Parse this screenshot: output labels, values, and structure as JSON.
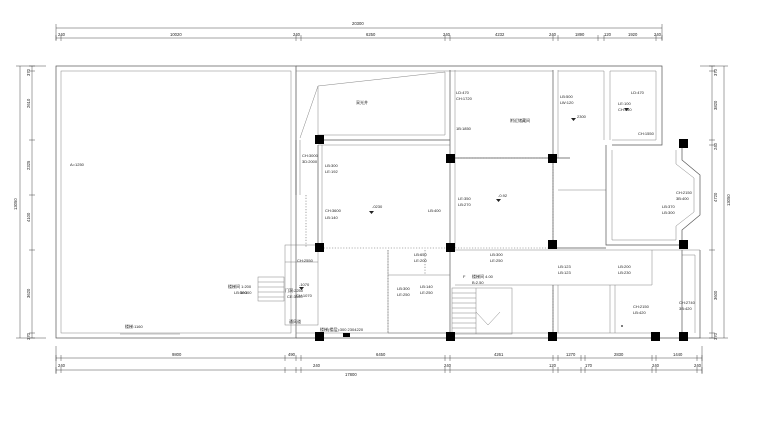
{
  "top_dims": {
    "overall": "20300",
    "segments": [
      "240",
      "10020",
      "240",
      "6250",
      "240",
      "4232",
      "240",
      "1890",
      "120",
      "1920",
      "240"
    ]
  },
  "bottom_dims": {
    "overall": "17800",
    "segments": [
      "240",
      "9800",
      "490",
      "240",
      "6450",
      "240",
      "4261",
      "120",
      "1270",
      "170",
      "2830",
      "240",
      "1440",
      "240"
    ]
  },
  "left_dims": {
    "overall": "13050",
    "segments": [
      "370",
      "2610",
      "2325",
      "4100",
      "3620",
      "370"
    ]
  },
  "right_dims": {
    "overall": "13050",
    "segments": [
      "370",
      "3820",
      "240",
      "4720",
      "3600",
      "370"
    ]
  },
  "room_labels": {
    "skylight": "采光井",
    "mid_top_1": "LD:470",
    "mid_top_2": "CH:1720",
    "mid_top_3": "1B:1850",
    "garage_label": "附近储藏间",
    "right_room_1": "LB:500",
    "right_room_2": "LW:120",
    "right_room_3": "2300",
    "far_right_1": "LD:470",
    "far_right_2": "LE:100",
    "far_right_3": "CH:550",
    "far_right_4": "CH:1550",
    "left_hall": "A=1250",
    "center_left_1": "CH:3000",
    "center_left_2": "3D:2000",
    "center_1": "LB:300",
    "center_2": "LE:192",
    "center_3": "CH:3600",
    "center_4": "LB:140",
    "center_5": "-0230",
    "center_6": "LB:400",
    "center_7": "LE:350",
    "center_8": "LB:270",
    "center_9": "-0.92",
    "bay_1": "CH:2150",
    "bay_2": "3B:400",
    "bay_3": "LB:370",
    "bay_4": "LB:300",
    "corr_1": "CH:2550",
    "corr_2": "LB:650",
    "corr_3": "LE:200",
    "corr_4": "LB:300",
    "corr_5": "LE:250",
    "corr_6": "LB:123",
    "corr_7": "LB:123",
    "corr_8": "LB:200",
    "corr_9": "LB:230",
    "stair_1": "楼梯间 1:200",
    "stair_2": "LB:300",
    "stair_3": "W:300",
    "stair_4": "-1070",
    "stair_5": "CH:1070",
    "lower_1": "门洞:2250",
    "lower_2": "CE:3100",
    "lower_3": "LB:300",
    "lower_4": "LE:250",
    "lower_5": "LB:140",
    "lower_6": "LE:250",
    "lower_7": "通风道",
    "lower_8": "楼梯间 4.00",
    "lower_9": "B:2.50",
    "bottom_left": "楼梯:1160",
    "bottom_center": "楼梯(楼层):300 2304220",
    "bottom_right_1": "CH:2150",
    "bottom_right_2": "LB:420",
    "bottom_right_3": "CH:2740",
    "bottom_right_4": "3B:420",
    "small_mark": "F"
  }
}
